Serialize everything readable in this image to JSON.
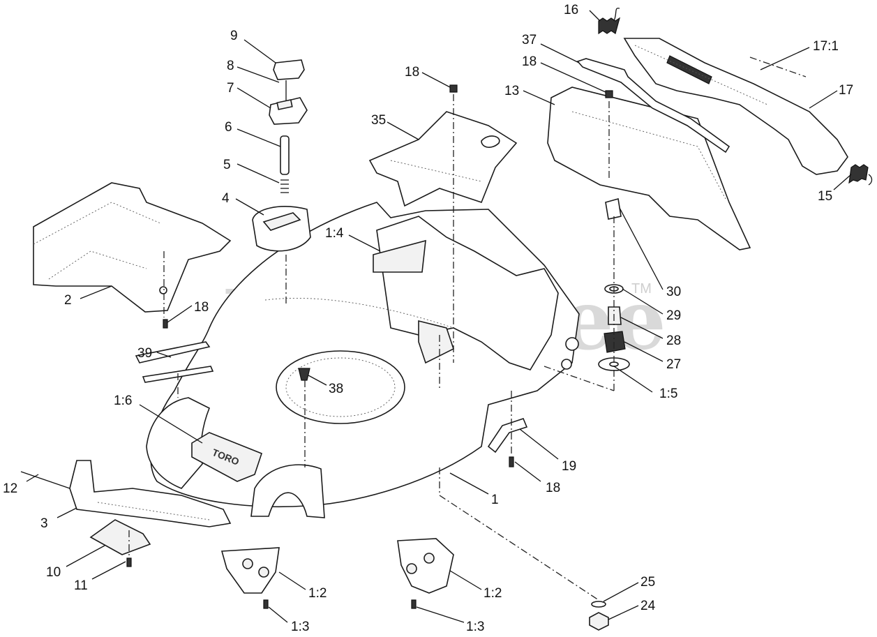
{
  "watermark": {
    "text": "PartsTree",
    "tm": "TM"
  },
  "callouts": [
    {
      "id": "c16",
      "text": "16"
    },
    {
      "id": "c9",
      "text": "9"
    },
    {
      "id": "c37",
      "text": "37"
    },
    {
      "id": "c17_1",
      "text": "17:1"
    },
    {
      "id": "c8",
      "text": "8"
    },
    {
      "id": "c18a",
      "text": "18"
    },
    {
      "id": "c18b",
      "text": "18"
    },
    {
      "id": "c7",
      "text": "7"
    },
    {
      "id": "c13",
      "text": "13"
    },
    {
      "id": "c17",
      "text": "17"
    },
    {
      "id": "c6",
      "text": "6"
    },
    {
      "id": "c35",
      "text": "35"
    },
    {
      "id": "c5",
      "text": "5"
    },
    {
      "id": "c15",
      "text": "15"
    },
    {
      "id": "c4",
      "text": "4"
    },
    {
      "id": "c1_4",
      "text": "1:4"
    },
    {
      "id": "c30",
      "text": "30"
    },
    {
      "id": "c18c",
      "text": "18"
    },
    {
      "id": "c2",
      "text": "2"
    },
    {
      "id": "c29",
      "text": "29"
    },
    {
      "id": "c28",
      "text": "28"
    },
    {
      "id": "c39",
      "text": "39"
    },
    {
      "id": "c27",
      "text": "27"
    },
    {
      "id": "c38",
      "text": "38"
    },
    {
      "id": "c1_6",
      "text": "1:6"
    },
    {
      "id": "c1_5",
      "text": "1:5"
    },
    {
      "id": "c19",
      "text": "19"
    },
    {
      "id": "c12",
      "text": "12"
    },
    {
      "id": "c18d",
      "text": "18"
    },
    {
      "id": "c1",
      "text": "1"
    },
    {
      "id": "c3",
      "text": "3"
    },
    {
      "id": "c10",
      "text": "10"
    },
    {
      "id": "c25",
      "text": "25"
    },
    {
      "id": "c11",
      "text": "11"
    },
    {
      "id": "c1_2a",
      "text": "1:2"
    },
    {
      "id": "c1_2b",
      "text": "1:2"
    },
    {
      "id": "c24",
      "text": "24"
    },
    {
      "id": "c1_3a",
      "text": "1:3"
    },
    {
      "id": "c1_3b",
      "text": "1:3"
    }
  ],
  "logo": {
    "text": "TORO"
  }
}
